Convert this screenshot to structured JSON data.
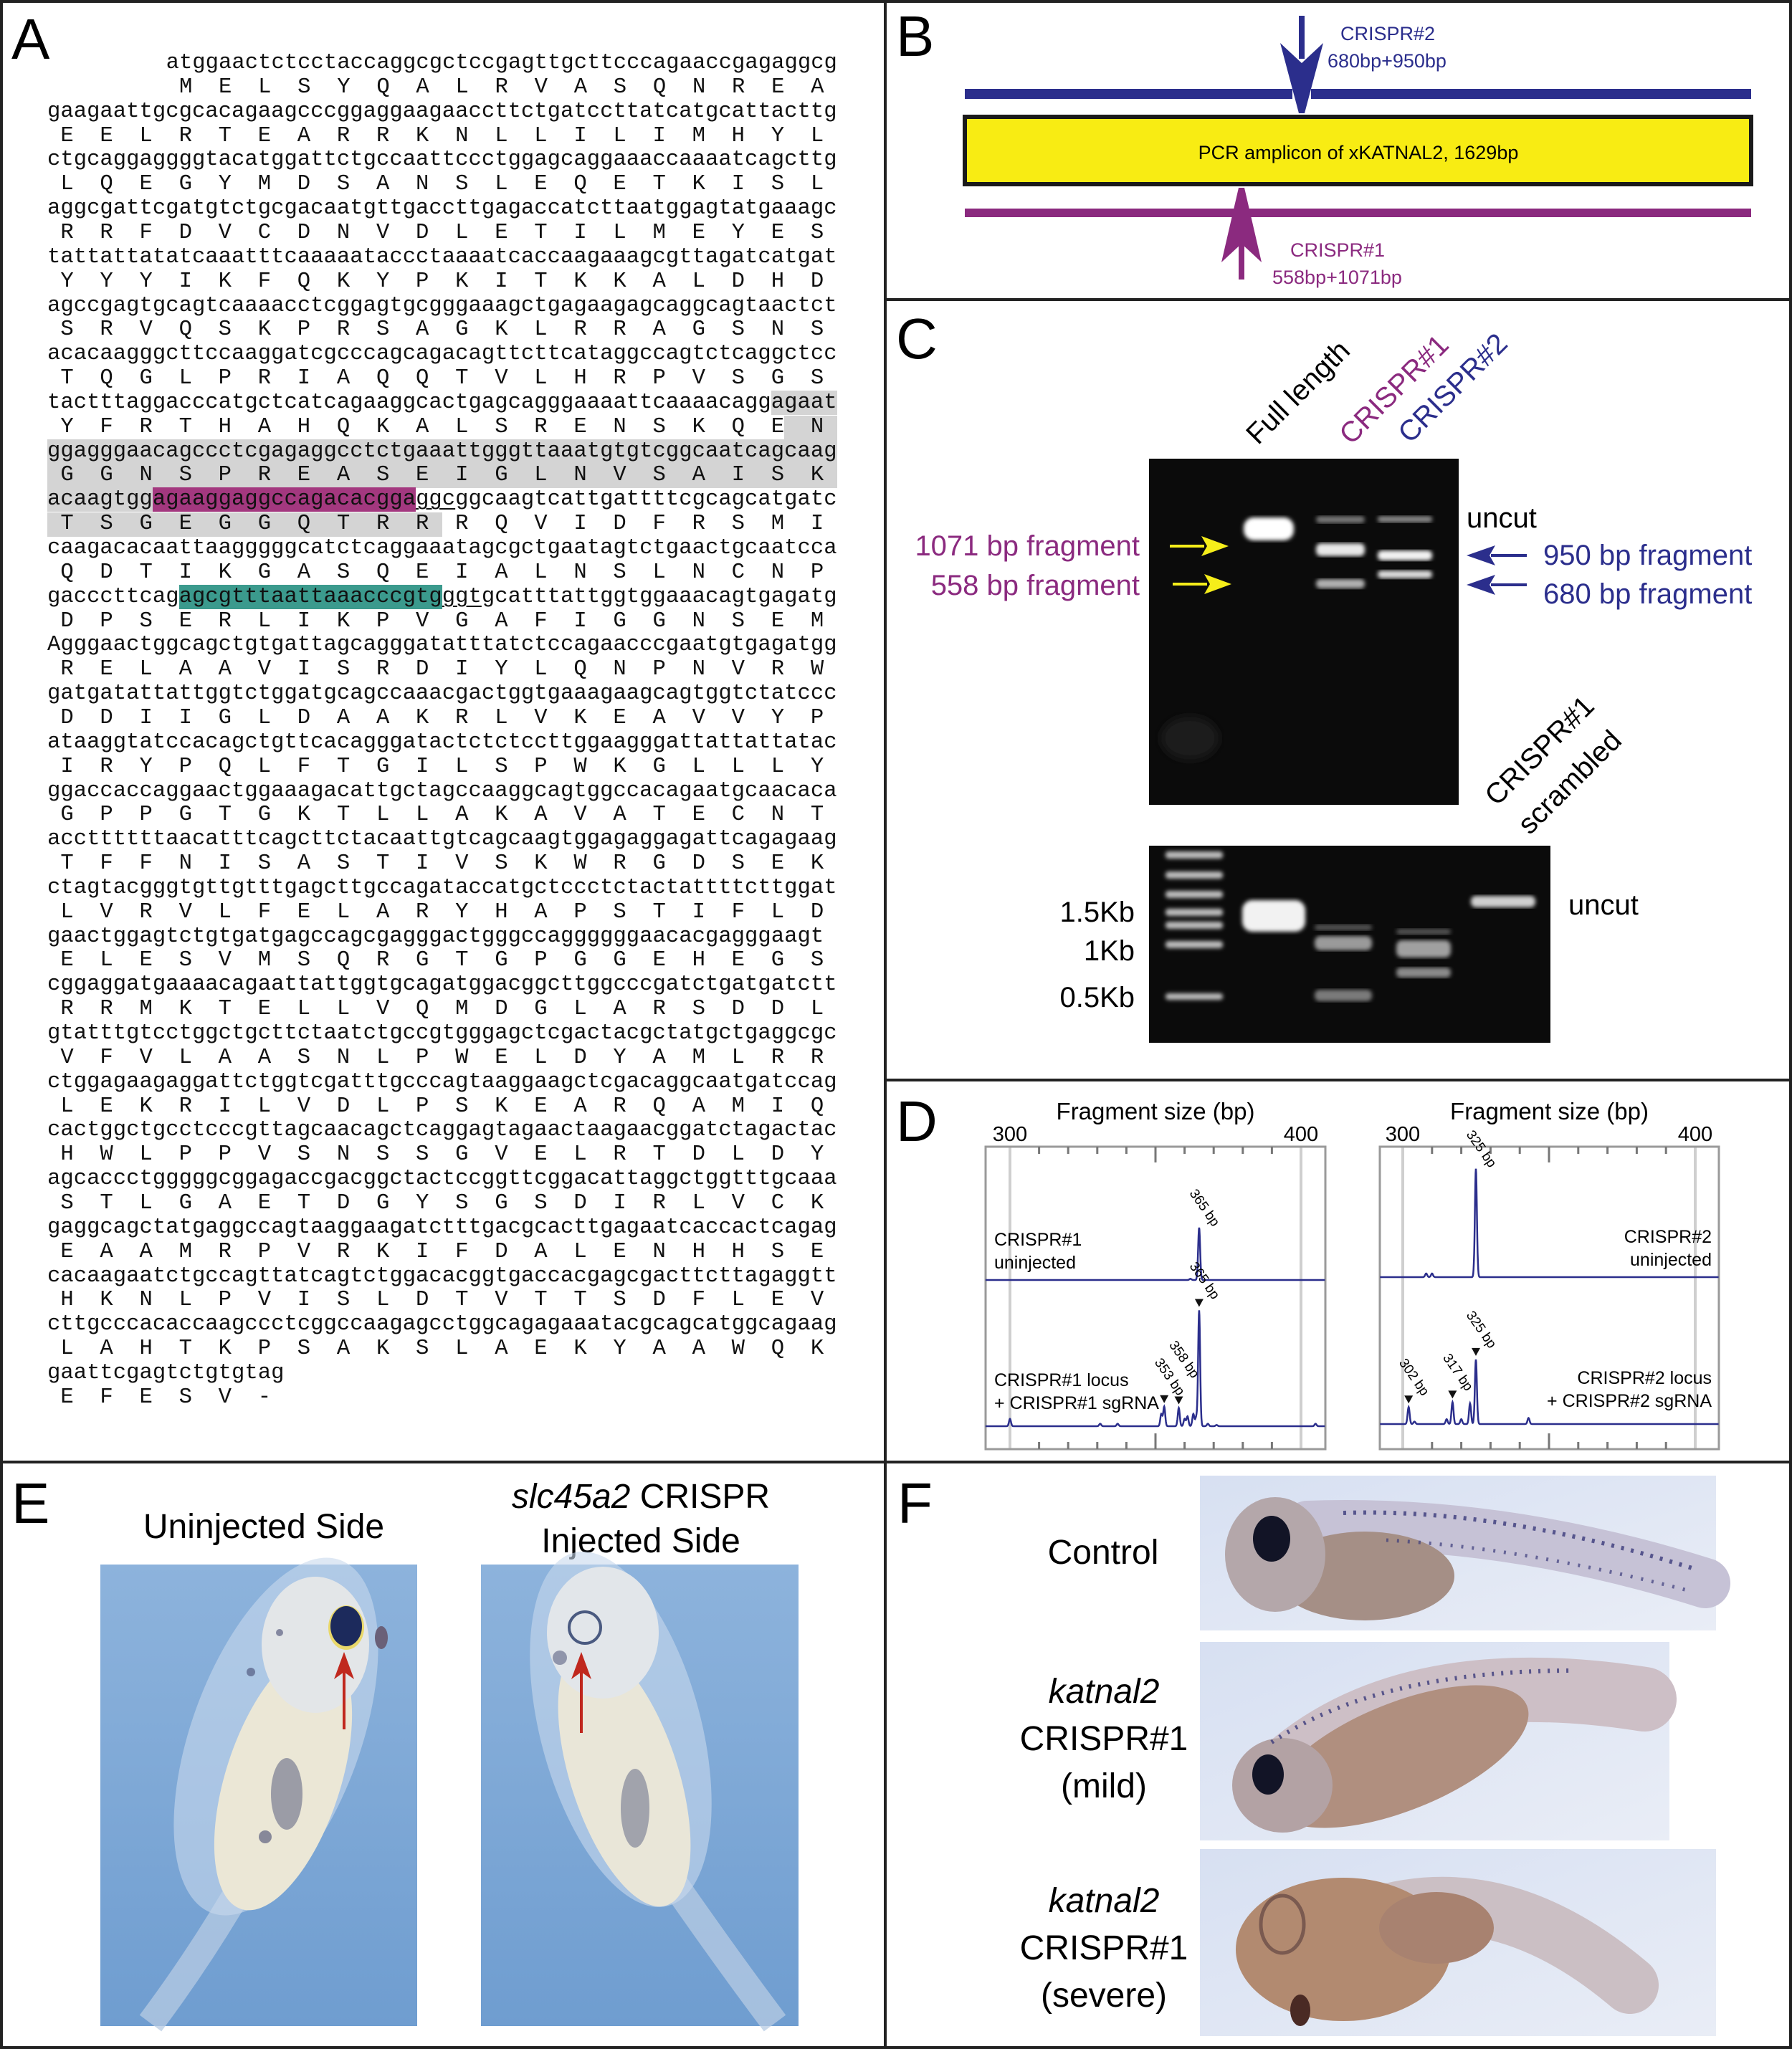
{
  "panels": {
    "a": "A",
    "b": "B",
    "c": "C",
    "d": "D",
    "e": "E",
    "f": "F"
  },
  "colors": {
    "crispr1": "#8b2a7f",
    "crispr2": "#2b2e8c",
    "amplicon": "#f8ec13",
    "grna1": "#a3387f",
    "grna2": "#3b9a8d",
    "highlight": "#d4d4d4",
    "arrow_red": "#c0281e"
  },
  "sequence": {
    "lines": [
      {
        "dna": "atggaactctcctaccaggcgctccgagttgcttcccagaaccgagaggcg",
        "aa": "MELSYQALRVASQNREA"
      },
      {
        "dna": "gaagaattgcgcacagaagcccggaggaagaaccttctgatccttatcatgcattacttg",
        "aa": "EELRTEARRKNLLILIMHYL"
      },
      {
        "dna": "ctgcaggaggggtacatggattctgccaattccctggagcaggaaaccaaaatcagcttg",
        "aa": "LQEGYMDSANSLEQETKISL"
      },
      {
        "dna": "aggcgattcgatgtctgcgacaatgttgaccttgagaccatcttaatggagtatgaaagc",
        "aa": "RRFDVCDNVDLETILMEYES"
      },
      {
        "dna": "tattattatatcaaatttcaaaaataccctaaaatcaccaagaaagcgttagatcatgat",
        "aa": "YYYIKFQKYPKITKKALDHD"
      },
      {
        "dna": "agccgagtgcagtcaaaacctcggagtgcgggaaagctgagaagagcaggcagtaactct",
        "aa": "SRVQSKPRSAGKLRRAGSNS"
      },
      {
        "dna": "acacaagggcttccaaggatcgcccagcagacagttcttcataggccagtctcaggctcc",
        "aa": "TQGLPRIAQQTVLHRPVSGS"
      },
      {
        "dna": [
          {
            "t": "tactttaggacccatgctcatcagaaggcactgagcagggaaaattcaaaacagg"
          },
          {
            "t": "agaat",
            "hl": "gray"
          }
        ],
        "aa": "YFRTHAHQKALSRENSKQEN",
        "aa_gray": [
          19,
          19
        ]
      },
      {
        "dna": [
          {
            "t": "ggagggaacagccctcgagaggcctctgaaattgggttaaatgtgtcggcaatcagcaag",
            "hl": "gray"
          }
        ],
        "aa": "GGNSPREASEIGLNVSAISK",
        "aa_gray": [
          0,
          19
        ]
      },
      {
        "dna": [
          {
            "t": "acaagtgg",
            "hl": "gray"
          },
          {
            "t": "agaaggaggccagacacgga",
            "hl": "magenta"
          },
          {
            "t": "ggc",
            "hl": "pam"
          },
          {
            "t": "ggcaagtcattgattttcgcagcatgatc"
          }
        ],
        "aa": "TSGEGGQTRRRQVIDFRSMI",
        "aa_gray": [
          0,
          9
        ]
      },
      {
        "dna": "caagacacaattaagggggcatctcaggaaatagcgctgaatagtctgaactgcaatcca",
        "aa": "QDTIKGASQEIALNSLNCNP"
      },
      {
        "dna": [
          {
            "t": "gacccttcag"
          },
          {
            "t": "agcgtttaattaaacccgtg",
            "hl": "teal"
          },
          {
            "t": "ggt",
            "hl": "pam"
          },
          {
            "t": "gcatttattggtggaaacagtgagatg"
          }
        ],
        "aa": "DPSERLIKPVGAFIGGNSEM"
      },
      {
        "dna": "Agggaactggcagctgtgattagcagggatatttatctccagaacccgaatgtgagatgg",
        "aa": "RELAAVISRDIYLQNPNVRW"
      },
      {
        "dna": "gatgatattattggtctggatgcagccaaacgactggtgaaagaagcagtggtctatccc",
        "aa": "DDIIGLDAAKRLVKEAVVYP"
      },
      {
        "dna": "ataaggtatccacagctgttcacagggatactctctccttggaagggattattattatac",
        "aa": "IRYPQLFTGILSPWKGLLLY"
      },
      {
        "dna": "ggaccaccaggaactggaaagacattgctagccaaggcagtggccacagaatgcaacaca",
        "aa": "GPPGTGKTLLAKAVATECNT"
      },
      {
        "dna": "accttttttaacatttcagcttctacaattgtcagcaagtggagaggagattcagagaag",
        "aa": "TFFNISASTIVSKWRGDSEK"
      },
      {
        "dna": "ctagtacgggtgttgtttgagcttgccagataccatgctccctctactattttcttggat",
        "aa": "LVRVLFELARYHAPSTIFLD"
      },
      {
        "dna": "gaactggagtctgtgatgagccagcgagggactgggccaggggggaacacgagggaagt",
        "aa": "ELESVMSQRGTGPGGEHEGS"
      },
      {
        "dna": "cggaggatgaaaacagaattattggtgcagatggacggcttggcccgatctgatgatctt",
        "aa": "RRMKTELLVQMDGLARSDDL"
      },
      {
        "dna": "gtatttgtcctggctgcttctaatctgccgtgggagctcgactacgctatgctgaggcgc",
        "aa": "VFVLAASNLPWELDYAMLRR"
      },
      {
        "dna": "ctggagaagaggattctggtcgatttgcccagtaaggaagctcgacaggcaatgatccag",
        "aa": "LEKRILVDLPSKEARQAMIQ"
      },
      {
        "dna": "cactggctgcctcccgttagcaacagctcaggagtagaactaagaacggatctagactac",
        "aa": "HWLPPVSNSSGVELRTDLDY"
      },
      {
        "dna": "agcaccctgggggcggagaccgacggctactccggttcggacattaggctggtttgcaaa",
        "aa": "STLGAETDGYSGSDIRLVCK"
      },
      {
        "dna": "gaggcagctatgaggccagtaaggaagatctttgacgcacttgagaatcaccactcagag",
        "aa": "EAAMRPVRKIFDALENHHSE"
      },
      {
        "dna": "cacaagaatctgccagttatcagtctggacacggtgaccacgagcgacttcttagaggtt",
        "aa": "HKNLPVISLDTVTTSDFLEV"
      },
      {
        "dna": "cttgcccacaccaagccctcggccaagagcctggcagagaaatacgcagcatggcagaag",
        "aa": "LAHTKPSAKSLAEKYAAWQK"
      },
      {
        "dna": "gaattcgagtctgtgtag",
        "aa": "EFESV-"
      }
    ]
  },
  "panel_b": {
    "amplicon_label": "PCR amplicon of xKATNAL2, 1629bp",
    "crispr2": {
      "name": "CRISPR#2",
      "fragments": "680bp+950bp"
    },
    "crispr1": {
      "name": "CRISPR#1",
      "fragments": "558bp+1071bp"
    }
  },
  "panel_c": {
    "lanes_top": [
      "Full length",
      "CRISPR#1",
      "CRISPR#2"
    ],
    "left_labels": [
      "1071 bp fragment",
      "558 bp fragment"
    ],
    "right_labels": {
      "uncut": "uncut",
      "f950": "950 bp fragment",
      "f680": "680 bp fragment"
    },
    "bottom_lane_label": [
      "CRISPR#1",
      "scrambled"
    ],
    "bottom_uncut": "uncut",
    "ladder": [
      "1.5Kb",
      "1Kb",
      "0.5Kb"
    ]
  },
  "chart_data": [
    {
      "type": "line",
      "title": "Fragment size (bp)",
      "xlabel": "Fragment size (bp)",
      "xlim": [
        291.6,
        408.3
      ],
      "xticks": [
        300,
        400
      ],
      "minor_tick_step": 10,
      "grid_lines": [
        300,
        400
      ],
      "traces": [
        {
          "label": [
            "CRISPR#1",
            "uninjected"
          ],
          "peaks": [
            {
              "bp": 365,
              "intensity": 0.43,
              "label": "365 bp"
            },
            {
              "bp": 362,
              "intensity": 0.01
            }
          ]
        },
        {
          "label": [
            "CRISPR#1 locus",
            "+ CRISPR#1 sgRNA"
          ],
          "peaks": [
            {
              "bp": 365,
              "intensity": 0.95,
              "label": "365 bp",
              "marker": true
            },
            {
              "bp": 353,
              "intensity": 0.16,
              "label": "353 bp",
              "marker": true
            },
            {
              "bp": 358,
              "intensity": 0.15,
              "label": "358 bp",
              "marker": true
            },
            {
              "bp": 300,
              "intensity": 0.06
            },
            {
              "bp": 331,
              "intensity": 0.02
            },
            {
              "bp": 337,
              "intensity": 0.02
            },
            {
              "bp": 352,
              "intensity": 0.1
            },
            {
              "bp": 360,
              "intensity": 0.06
            },
            {
              "bp": 361,
              "intensity": 0.08
            },
            {
              "bp": 363,
              "intensity": 0.1
            },
            {
              "bp": 364,
              "intensity": 0.07
            },
            {
              "bp": 368,
              "intensity": 0.02
            },
            {
              "bp": 371,
              "intensity": 0.01
            },
            {
              "bp": 405,
              "intensity": 0.02
            }
          ]
        }
      ]
    },
    {
      "type": "line",
      "title": "Fragment size (bp)",
      "xlabel": "Fragment size (bp)",
      "xlim": [
        292.2,
        408.1
      ],
      "xticks": [
        300,
        400
      ],
      "minor_tick_step": 10,
      "grid_lines": [
        300,
        400
      ],
      "traces": [
        {
          "label": [
            "CRISPR#2",
            "uninjected"
          ],
          "peaks": [
            {
              "bp": 325,
              "intensity": 0.89,
              "label": "325 bp"
            },
            {
              "bp": 308,
              "intensity": 0.03
            },
            {
              "bp": 310,
              "intensity": 0.03
            }
          ]
        },
        {
          "label": [
            "CRISPR#2 locus",
            "+ CRISPR#2 sgRNA"
          ],
          "peaks": [
            {
              "bp": 325,
              "intensity": 0.53,
              "label": "325 bp",
              "marker": true
            },
            {
              "bp": 317,
              "intensity": 0.18,
              "label": "317 bp",
              "marker": true
            },
            {
              "bp": 302,
              "intensity": 0.14,
              "label": "302 bp",
              "marker": true
            },
            {
              "bp": 323,
              "intensity": 0.17
            },
            {
              "bp": 320,
              "intensity": 0.04
            },
            {
              "bp": 315,
              "intensity": 0.04
            },
            {
              "bp": 304,
              "intensity": 0.02
            },
            {
              "bp": 343,
              "intensity": 0.05
            }
          ]
        }
      ]
    }
  ],
  "panel_e": {
    "left_title": "Uninjected Side",
    "right_title_gene": "slc45a2",
    "right_title_rest": " CRISPR",
    "right_title_line2": "Injected Side"
  },
  "panel_f": {
    "control": "Control",
    "mild": [
      "katnal2",
      "CRISPR#1",
      "(mild)"
    ],
    "severe": [
      "katnal2",
      "CRISPR#1",
      "(severe)"
    ]
  }
}
